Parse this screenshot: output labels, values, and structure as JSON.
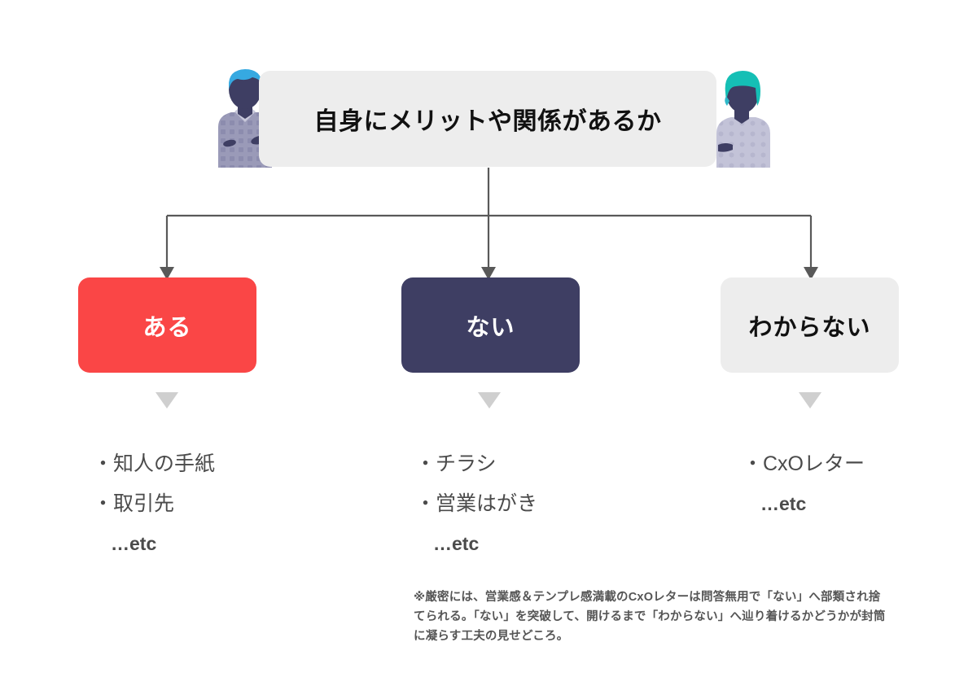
{
  "diagram": {
    "title": "自身にメリットや関係があるか",
    "people": [
      {
        "name": "person-left",
        "hair_color": "#36A9E1",
        "skin_color": "#3E3E63",
        "clothing_color": "#9A9AB8"
      },
      {
        "name": "person-right",
        "hair_color": "#15BFB5",
        "skin_color": "#3E3E63",
        "clothing_color": "#C3C3D8"
      }
    ],
    "options": [
      {
        "label": "ある",
        "bg_color": "#FA4646",
        "text_color": "#FFFFFF",
        "items": [
          "・知人の手紙",
          "・取引先"
        ],
        "etc": "…etc"
      },
      {
        "label": "ない",
        "bg_color": "#3E3E63",
        "text_color": "#FFFFFF",
        "items": [
          "・チラシ",
          "・営業はがき"
        ],
        "etc": "…etc"
      },
      {
        "label": "わからない",
        "bg_color": "#EDEDED",
        "text_color": "#111111",
        "items": [
          "・CxOレター"
        ],
        "etc": "…etc"
      }
    ],
    "footnote": "※厳密には、営業感＆テンプレ感満載のCxOレターは問答無用で「ない」へ部類され捨てられる。「ない」を突破して、開けるまで「わからない」へ辿り着けるかどうかが封筒に凝らす工夫の見せどころ。",
    "connector_color": "#595959",
    "marker_color": "#CFCFCF",
    "background_color": "#FFFFFF"
  }
}
